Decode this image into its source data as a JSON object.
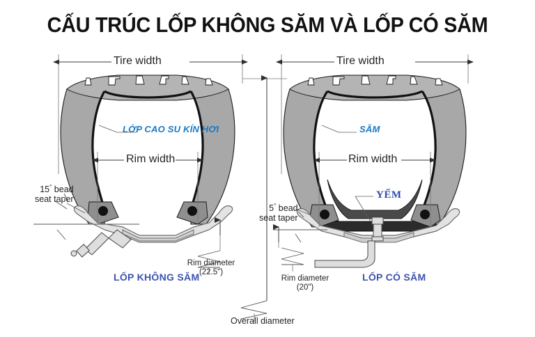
{
  "title": "CẤU TRÚC LỐP KHÔNG SĂM VÀ LỐP CÓ SĂM",
  "colors": {
    "background": "#ffffff",
    "title": "#111111",
    "label_cyan": "#1b7ac4",
    "label_indigo": "#2f49a8",
    "label_blue": "#3c52b0",
    "line": "#3a3a3a",
    "tire_gray": "#a8a8a8",
    "tread_gray": "#b4b4b4",
    "liner_black": "#111111",
    "rim_gray": "#e3e3e3",
    "tube_dark": "#4a4a4a",
    "flap_dark": "#2b2b2b"
  },
  "left_diagram": {
    "name": "tubeless-tire-cross-section",
    "tire_width_label": "Tire width",
    "rim_width_label": "Rim width",
    "bead_taper_line1": "15",
    "bead_taper_deg": "°",
    "bead_taper_line1_rest": " bead",
    "bead_taper_line2": "seat taper",
    "inner_liner_label": "LỚP CAO SU KÍN HƠI",
    "rim_diameter_label": "Rim diameter",
    "rim_diameter_value": "(22.5\")",
    "caption": "LỐP KHÔNG SĂM"
  },
  "right_diagram": {
    "name": "tube-type-tire-cross-section",
    "tire_width_label": "Tire width",
    "rim_width_label": "Rim width",
    "bead_taper_line1": "5",
    "bead_taper_deg": "°",
    "bead_taper_line1_rest": " bead",
    "bead_taper_line2": "seat taper",
    "tube_label": "SĂM",
    "flap_label": "YẾM",
    "rim_diameter_label": "Rim diameter",
    "rim_diameter_value": "(20\")",
    "caption": "LỐP CÓ SĂM"
  },
  "center_dimension": {
    "overall_diameter_label": "Overall diameter"
  }
}
